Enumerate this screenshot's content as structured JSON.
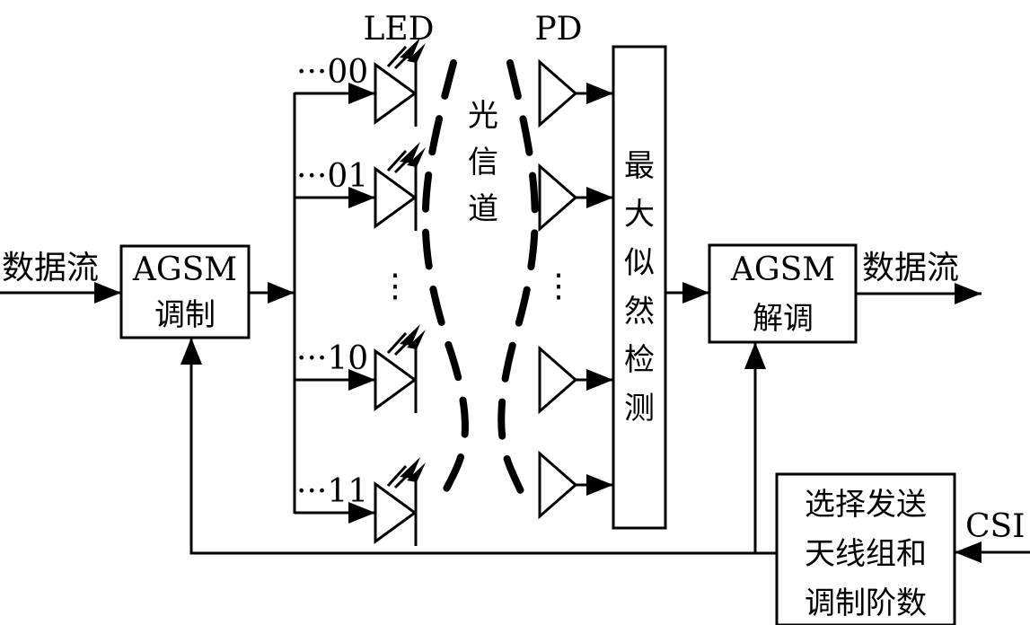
{
  "title": "AGSM VLC system block diagram",
  "colors": {
    "stroke": "#000000",
    "background": "#ffffff"
  },
  "labels": {
    "input_stream": "数据流",
    "output_stream": "数据流",
    "led_header": "LED",
    "pd_header": "PD",
    "optical_channel": [
      "光",
      "信",
      "道"
    ],
    "vertical_dots": "⋮",
    "csi": "CSI"
  },
  "blocks": {
    "modulator": {
      "line1": "AGSM",
      "line2": "调制"
    },
    "demodulator": {
      "line1": "AGSM",
      "line2": "解调"
    },
    "ml_detector": {
      "chars": [
        "最",
        "大",
        "似",
        "然",
        "检",
        "测"
      ]
    },
    "selector": {
      "lines": [
        "选择发送",
        "天线组和",
        "调制阶数"
      ]
    }
  },
  "led_branches": [
    {
      "prefix": "···",
      "code": "00"
    },
    {
      "prefix": "···",
      "code": "01"
    },
    {
      "prefix": "···",
      "code": "10"
    },
    {
      "prefix": "···",
      "code": "11"
    }
  ],
  "pd_count": 4
}
